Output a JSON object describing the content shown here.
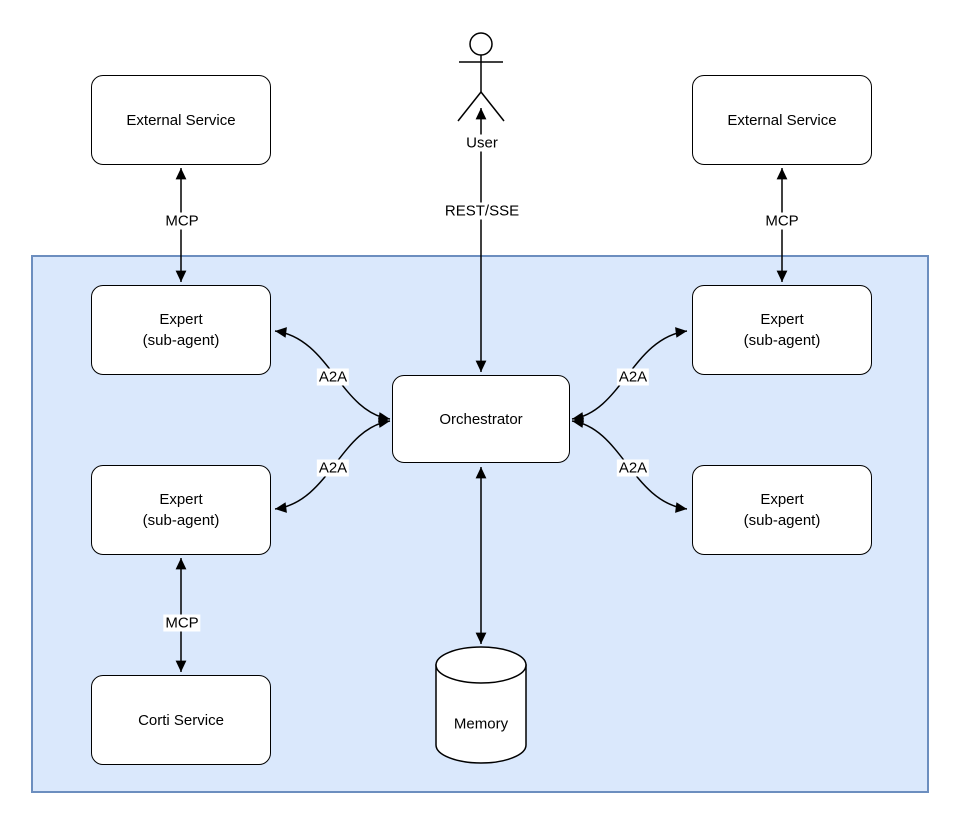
{
  "diagram": {
    "type": "architecture-diagram",
    "colors": {
      "boundary_fill": "#dae8fc",
      "boundary_stroke": "#6c8ebf",
      "node_fill": "#ffffff",
      "node_stroke": "#000000",
      "arrow_color": "#000000",
      "background": "#ffffff"
    },
    "nodes": {
      "user": {
        "label": "User",
        "shape": "actor"
      },
      "external_service_left": {
        "label": "External Service",
        "shape": "rounded-rect"
      },
      "external_service_right": {
        "label": "External Service",
        "shape": "rounded-rect"
      },
      "expert_top_left": {
        "label": "Expert\n(sub-agent)",
        "shape": "rounded-rect"
      },
      "expert_bottom_left": {
        "label": "Expert\n(sub-agent)",
        "shape": "rounded-rect"
      },
      "expert_top_right": {
        "label": "Expert\n(sub-agent)",
        "shape": "rounded-rect"
      },
      "expert_bottom_right": {
        "label": "Expert\n(sub-agent)",
        "shape": "rounded-rect"
      },
      "orchestrator": {
        "label": "Orchestrator",
        "shape": "rounded-rect"
      },
      "corti_service": {
        "label": "Corti Service",
        "shape": "rounded-rect"
      },
      "memory": {
        "label": "Memory",
        "shape": "cylinder"
      }
    },
    "edges": [
      {
        "from": "external_service_left",
        "to": "expert_top_left",
        "label": "MCP",
        "direction": "bidirectional",
        "style": "straight"
      },
      {
        "from": "external_service_right",
        "to": "expert_top_right",
        "label": "MCP",
        "direction": "bidirectional",
        "style": "straight"
      },
      {
        "from": "expert_bottom_left",
        "to": "corti_service",
        "label": "MCP",
        "direction": "bidirectional",
        "style": "straight"
      },
      {
        "from": "user",
        "to": "orchestrator",
        "label": "REST/SSE",
        "direction": "bidirectional",
        "style": "straight"
      },
      {
        "from": "orchestrator",
        "to": "expert_top_left",
        "label": "A2A",
        "direction": "bidirectional",
        "style": "curved"
      },
      {
        "from": "orchestrator",
        "to": "expert_bottom_left",
        "label": "A2A",
        "direction": "bidirectional",
        "style": "curved"
      },
      {
        "from": "orchestrator",
        "to": "expert_top_right",
        "label": "A2A",
        "direction": "bidirectional",
        "style": "curved"
      },
      {
        "from": "orchestrator",
        "to": "expert_bottom_right",
        "label": "A2A",
        "direction": "bidirectional",
        "style": "curved"
      },
      {
        "from": "orchestrator",
        "to": "memory",
        "label": "",
        "direction": "bidirectional",
        "style": "straight"
      }
    ]
  }
}
